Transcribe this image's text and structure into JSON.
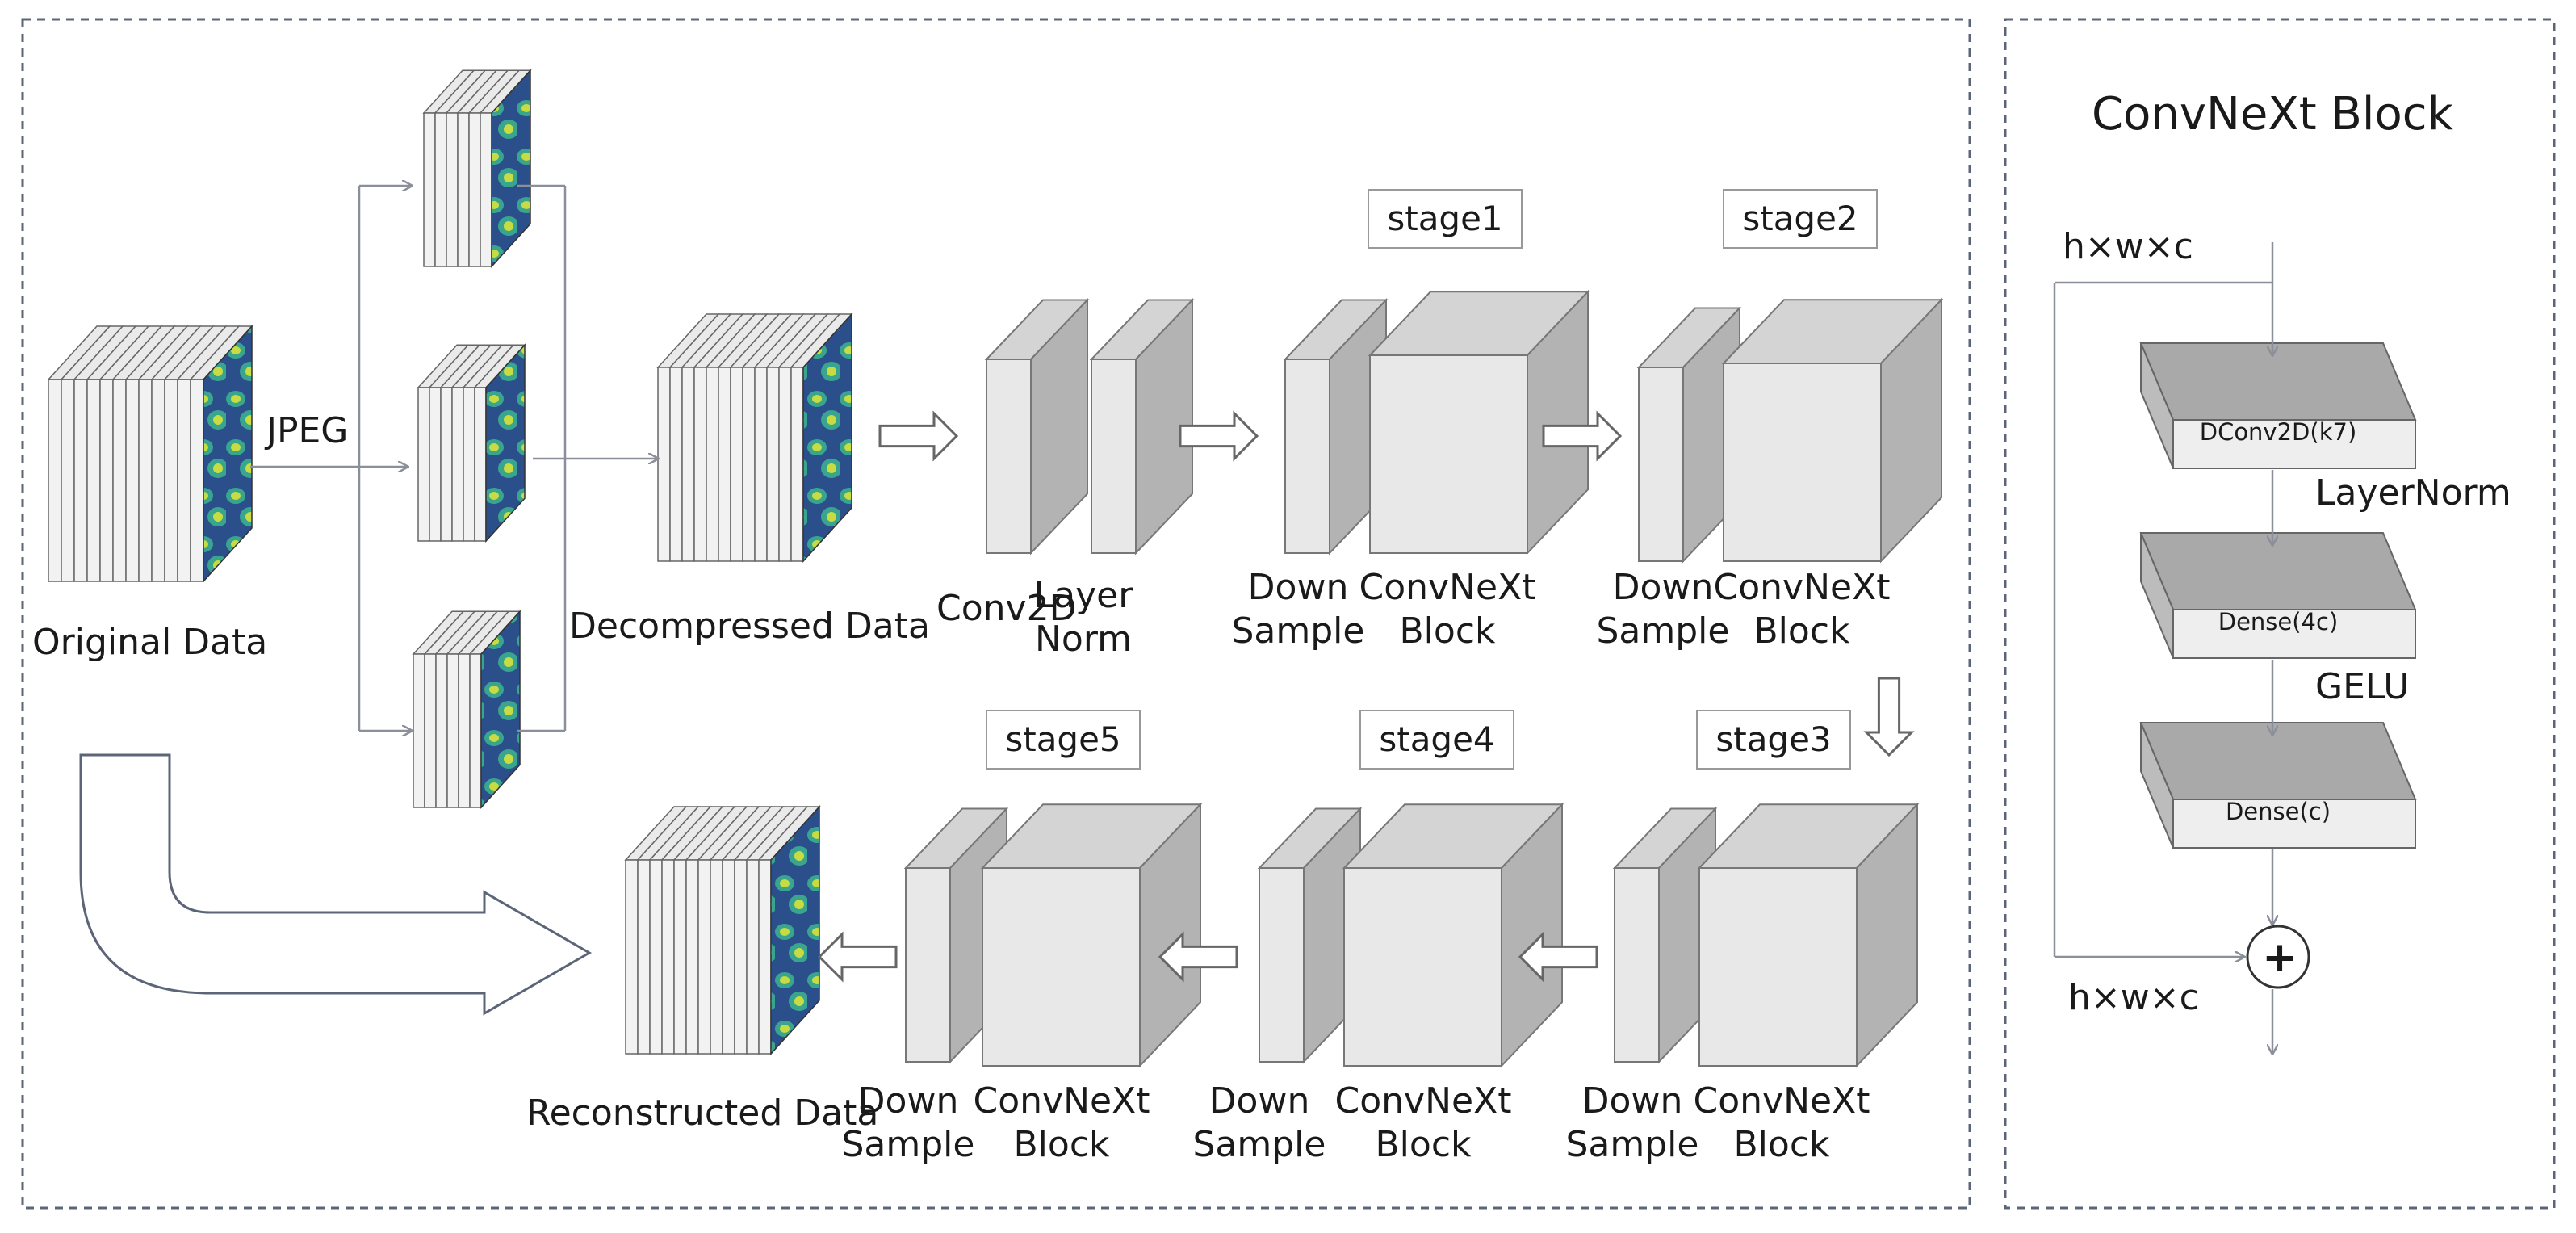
{
  "main_panel": {
    "original_label": "Original Data",
    "jpeg_label": "JPEG",
    "decompressed_label": "Decompressed Data",
    "reconstructed_label": "Reconstructed Data",
    "conv2d_label": "Conv2D",
    "layer_norm_label": [
      "Layer",
      "Norm"
    ],
    "stages": [
      {
        "name": "stage1",
        "down": [
          "Down",
          "Sample"
        ],
        "block": [
          "ConvNeXt",
          "Block"
        ]
      },
      {
        "name": "stage2",
        "down": [
          "Down",
          "Sample"
        ],
        "block": [
          "ConvNeXt",
          "Block"
        ]
      },
      {
        "name": "stage3",
        "down": [
          "Down",
          "Sample"
        ],
        "block": [
          "ConvNeXt",
          "Block"
        ]
      },
      {
        "name": "stage4",
        "down": [
          "Down",
          "Sample"
        ],
        "block": [
          "ConvNeXt",
          "Block"
        ]
      },
      {
        "name": "stage5",
        "down": [
          "Down",
          "Sample"
        ],
        "block": [
          "ConvNeXt",
          "Block"
        ]
      }
    ]
  },
  "block_panel": {
    "title": "ConvNeXt Block",
    "input_dim": "h×w×c",
    "output_dim": "h×w×c",
    "layers": [
      "DConv2D(k7)",
      "Dense(4c)",
      "Dense(c)"
    ],
    "between": [
      "LayerNorm",
      "GELU"
    ],
    "add_symbol": "+"
  },
  "colors": {
    "frame": "#5b6577",
    "front": "#e8e8e8",
    "side": "#b3b3b3",
    "top": "#d4d4d4",
    "dark_box": "#a9a9a9",
    "heat_dark": "#2a3d7a",
    "heat_mid": "#2a9d8f",
    "heat_light": "#c9dd3a",
    "arrow": "#8a8f99"
  }
}
